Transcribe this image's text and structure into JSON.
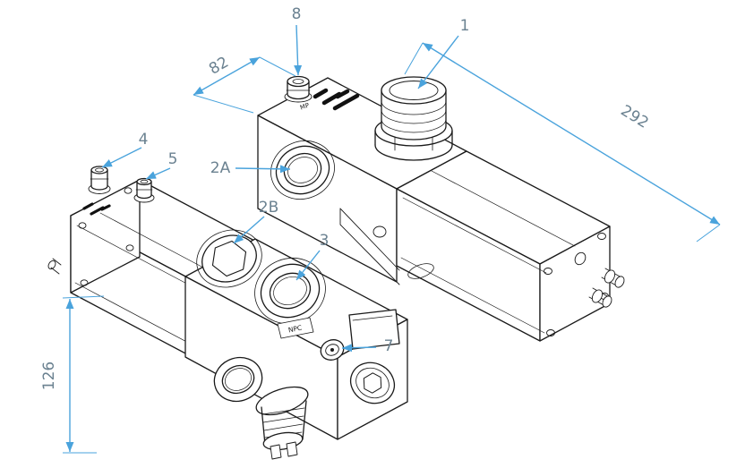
{
  "drawing": {
    "type": "isometric-technical-drawing",
    "subject": "pneumatic valve assembly, two isometric views with callouts and dimensions",
    "callouts": {
      "item1": "1",
      "item2a": "2A",
      "item2b": "2B",
      "item3": "3",
      "item4": "4",
      "item5": "5",
      "item7": "7",
      "item8": "8"
    },
    "dimensions": {
      "width": "82",
      "length": "292",
      "height": "126"
    },
    "markings": {
      "top_valve_port": "MP",
      "bottom_valve_port": "NPC"
    },
    "colors": {
      "annotation_blue": "#4aa3dc",
      "label_gray": "#6b8291",
      "outline_black": "#1a1a1a",
      "background": "#ffffff"
    }
  }
}
